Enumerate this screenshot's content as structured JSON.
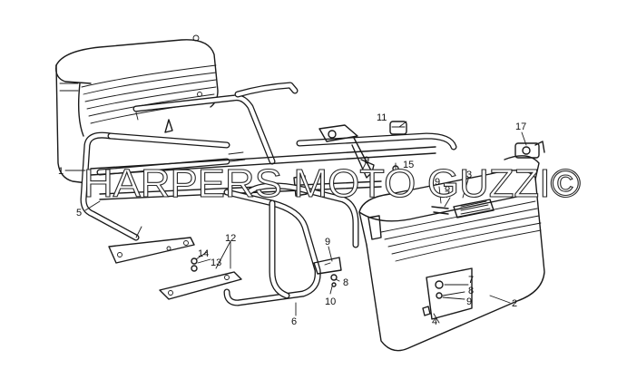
{
  "watermark": "HARPERS MOTO GUZZI©",
  "callouts": [
    {
      "id": "c1",
      "text": "1"
    },
    {
      "id": "c2",
      "text": "2"
    },
    {
      "id": "c3",
      "text": "3"
    },
    {
      "id": "c4",
      "text": "4"
    },
    {
      "id": "c5",
      "text": "5"
    },
    {
      "id": "c6",
      "text": "6"
    },
    {
      "id": "c7a",
      "text": "7"
    },
    {
      "id": "c7b",
      "text": "7"
    },
    {
      "id": "c8a",
      "text": "8"
    },
    {
      "id": "c8b",
      "text": "8"
    },
    {
      "id": "c8c",
      "text": "8"
    },
    {
      "id": "c9a",
      "text": "9"
    },
    {
      "id": "c9b",
      "text": "9"
    },
    {
      "id": "c9c",
      "text": "9"
    },
    {
      "id": "c9d",
      "text": "9"
    },
    {
      "id": "c10",
      "text": "10"
    },
    {
      "id": "c11",
      "text": "11"
    },
    {
      "id": "c12",
      "text": "12"
    },
    {
      "id": "c13",
      "text": "13"
    },
    {
      "id": "c14",
      "text": "14"
    },
    {
      "id": "c15",
      "text": "15"
    },
    {
      "id": "c17",
      "text": "17"
    }
  ]
}
